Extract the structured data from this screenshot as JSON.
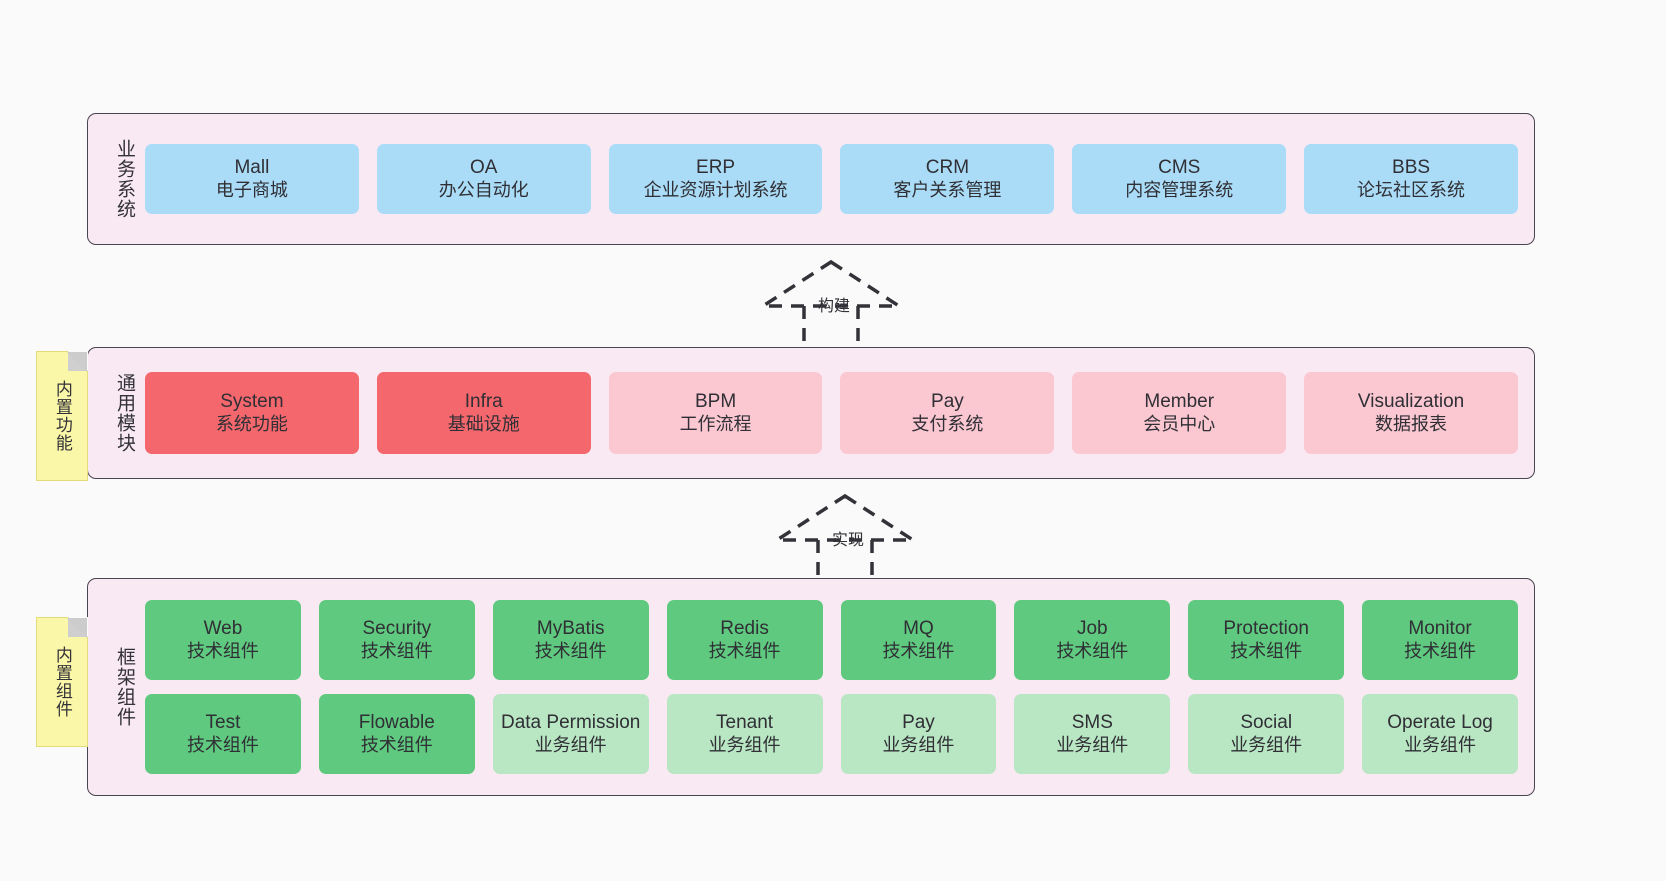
{
  "layers": [
    {
      "id": "business",
      "title": "业务系统",
      "rows": [
        [
          {
            "en": "Mall",
            "cn": "电子商城"
          },
          {
            "en": "OA",
            "cn": "办公自动化"
          },
          {
            "en": "ERP",
            "cn": "企业资源计划系统"
          },
          {
            "en": "CRM",
            "cn": "客户关系管理"
          },
          {
            "en": "CMS",
            "cn": "内容管理系统"
          },
          {
            "en": "BBS",
            "cn": "论坛社区系统"
          }
        ]
      ]
    },
    {
      "id": "module",
      "title": "通用模块",
      "rows": [
        [
          {
            "en": "System",
            "cn": "系统功能"
          },
          {
            "en": "Infra",
            "cn": "基础设施"
          },
          {
            "en": "BPM",
            "cn": "工作流程"
          },
          {
            "en": "Pay",
            "cn": "支付系统"
          },
          {
            "en": "Member",
            "cn": "会员中心"
          },
          {
            "en": "Visualization",
            "cn": "数据报表"
          }
        ]
      ]
    },
    {
      "id": "framework",
      "title": "框架组件",
      "rows": [
        [
          {
            "en": "Web",
            "cn": "技术组件"
          },
          {
            "en": "Security",
            "cn": "技术组件"
          },
          {
            "en": "MyBatis",
            "cn": "技术组件"
          },
          {
            "en": "Redis",
            "cn": "技术组件"
          },
          {
            "en": "MQ",
            "cn": "技术组件"
          },
          {
            "en": "Job",
            "cn": "技术组件"
          },
          {
            "en": "Protection",
            "cn": "技术组件"
          },
          {
            "en": "Monitor",
            "cn": "技术组件"
          }
        ],
        [
          {
            "en": "Test",
            "cn": "技术组件"
          },
          {
            "en": "Flowable",
            "cn": "技术组件"
          },
          {
            "en": "Data Permission",
            "cn": "业务组件"
          },
          {
            "en": "Tenant",
            "cn": "业务组件"
          },
          {
            "en": "Pay",
            "cn": "业务组件"
          },
          {
            "en": "SMS",
            "cn": "业务组件"
          },
          {
            "en": "Social",
            "cn": "业务组件"
          },
          {
            "en": "Operate Log",
            "cn": "业务组件"
          }
        ]
      ]
    }
  ],
  "notes": [
    {
      "id": "builtin-func",
      "text": "内置功能"
    },
    {
      "id": "builtin-comp",
      "text": "内置组件"
    }
  ],
  "arrows": [
    {
      "id": "build",
      "label": "构建"
    },
    {
      "id": "impl",
      "label": "实现"
    }
  ],
  "colors": {
    "page_background": "#fafafa",
    "layer_background": "#f9e9f3",
    "layer_border": "#4a4350",
    "business_node": "#aadcf7",
    "module_primary_node": "#f4676d",
    "module_secondary_node": "#fbc8d2",
    "tech_component_node": "#5fc97f",
    "business_component_node": "#b9e6c3",
    "note_background": "#fbf7a8",
    "note_fold": "#cccccc",
    "text": "#333238"
  }
}
